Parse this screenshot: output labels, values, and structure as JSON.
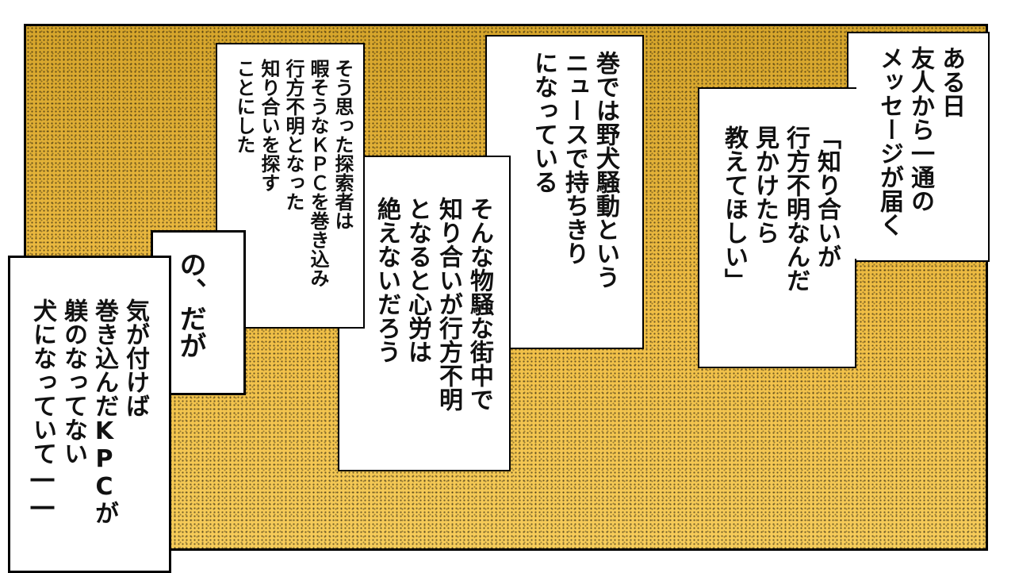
{
  "captions": {
    "c1": "ある日\n友人から一通の\nメッセージが届く",
    "c2": "「知り合いが\n行方不明なんだ\n見かけたら\n教えてほしい」",
    "c3": "巻では野犬騒動という\nニュースで持ちきり\nになっている",
    "c4": "そんな物騒な街中で\n知り合いが行方不明\nとなると心労は\n絶えないだろう",
    "c5": "そう思った探索者は\n暇そうなＫＰＣを巻き込み\n行方不明となった\n知り合いを探す\nことにした",
    "c6": "の、だが",
    "c7": "気が付けば\n巻き込んだKPCが\n躾のなってない\n犬になっていて――"
  }
}
